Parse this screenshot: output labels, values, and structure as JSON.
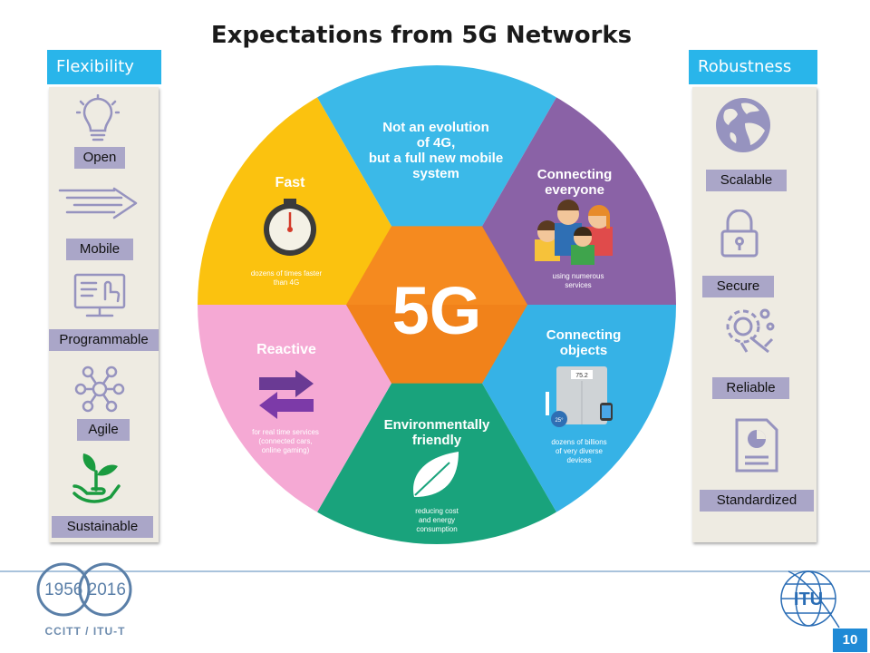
{
  "title": "Expectations from 5G Networks",
  "left_panel": {
    "header": "Flexibility",
    "items": [
      "Open",
      "Mobile",
      "Programmable",
      "Agile",
      "Sustainable"
    ]
  },
  "right_panel": {
    "header": "Robustness",
    "items": [
      "Scalable",
      "Secure",
      "Reliable",
      "Standardized"
    ]
  },
  "center": {
    "label": "5G",
    "segments": {
      "top": {
        "lines": [
          "Not an evolution",
          "of 4G,",
          "but a full new mobile",
          "system"
        ],
        "color": "#3bb9e8"
      },
      "upper_right": {
        "title_lines": [
          "Connecting",
          "everyone"
        ],
        "caption_lines": [
          "using numerous",
          "services"
        ],
        "color": "#8a62a6"
      },
      "lower_right": {
        "title_lines": [
          "Connecting",
          "objects"
        ],
        "caption_lines": [
          "dozens of billions",
          "of very diverse",
          "devices"
        ],
        "scale_reading": "75.2",
        "watch_reading": "25°",
        "color": "#36b2e6"
      },
      "bottom": {
        "title_lines": [
          "Environmentally",
          "friendly"
        ],
        "caption_lines": [
          "reducing cost",
          "and energy",
          "consumption"
        ],
        "color": "#19a37c"
      },
      "lower_left": {
        "title": "Reactive",
        "caption_lines": [
          "for real time services",
          "(connected cars,",
          "online gaming)"
        ],
        "color": "#f5a9d4"
      },
      "upper_left": {
        "title": "Fast",
        "caption_lines": [
          "dozens of times faster",
          "than 4G"
        ],
        "color": "#fbc20f"
      }
    },
    "hex_color": "#f58a1f"
  },
  "footer": {
    "logo_years": "1956 2016",
    "logo_org": "CCITT / ITU-T",
    "itu_logo": "ITU",
    "page_number": "10"
  }
}
